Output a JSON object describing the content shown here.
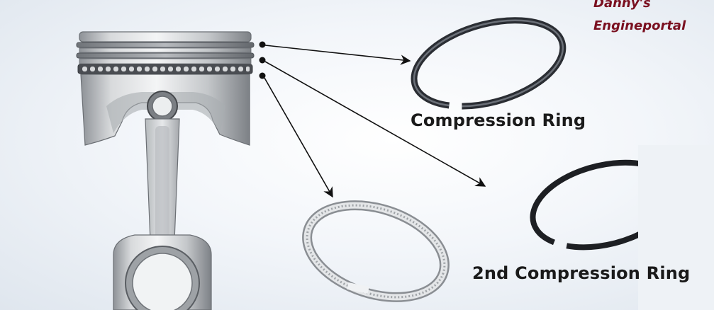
{
  "labels": {
    "compression_ring": "Compression Ring",
    "second_compression_ring": "2nd Compression Ring"
  },
  "watermark": {
    "line1": "Danny's",
    "line2": "Engineportal"
  },
  "colors": {
    "brand": "#7a1020",
    "ring": "#2a2d33",
    "metal": "#c9ccd0"
  }
}
